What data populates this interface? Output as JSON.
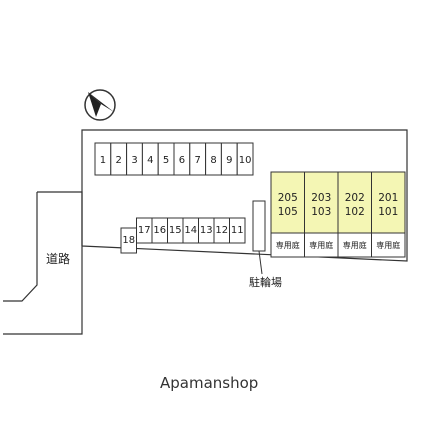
{
  "north_arrow": {
    "icon": "north-arrow-icon"
  },
  "top_parking": [
    "1",
    "2",
    "3",
    "4",
    "5",
    "6",
    "7",
    "8",
    "9",
    "10"
  ],
  "bottom_parking": [
    "18",
    "17",
    "16",
    "15",
    "14",
    "13",
    "12",
    "11"
  ],
  "units": [
    {
      "upper": "205",
      "lower": "105"
    },
    {
      "upper": "203",
      "lower": "103"
    },
    {
      "upper": "202",
      "lower": "102"
    },
    {
      "upper": "201",
      "lower": "101"
    }
  ],
  "gardens": [
    "専用庭",
    "専用庭",
    "専用庭",
    "専用庭"
  ],
  "road_label": "道路",
  "bicycle_parking_label": "駐輪場",
  "brand": "Apamanshop",
  "colors": {
    "unit_fill": "#f4f6b4",
    "line": "#333333"
  }
}
